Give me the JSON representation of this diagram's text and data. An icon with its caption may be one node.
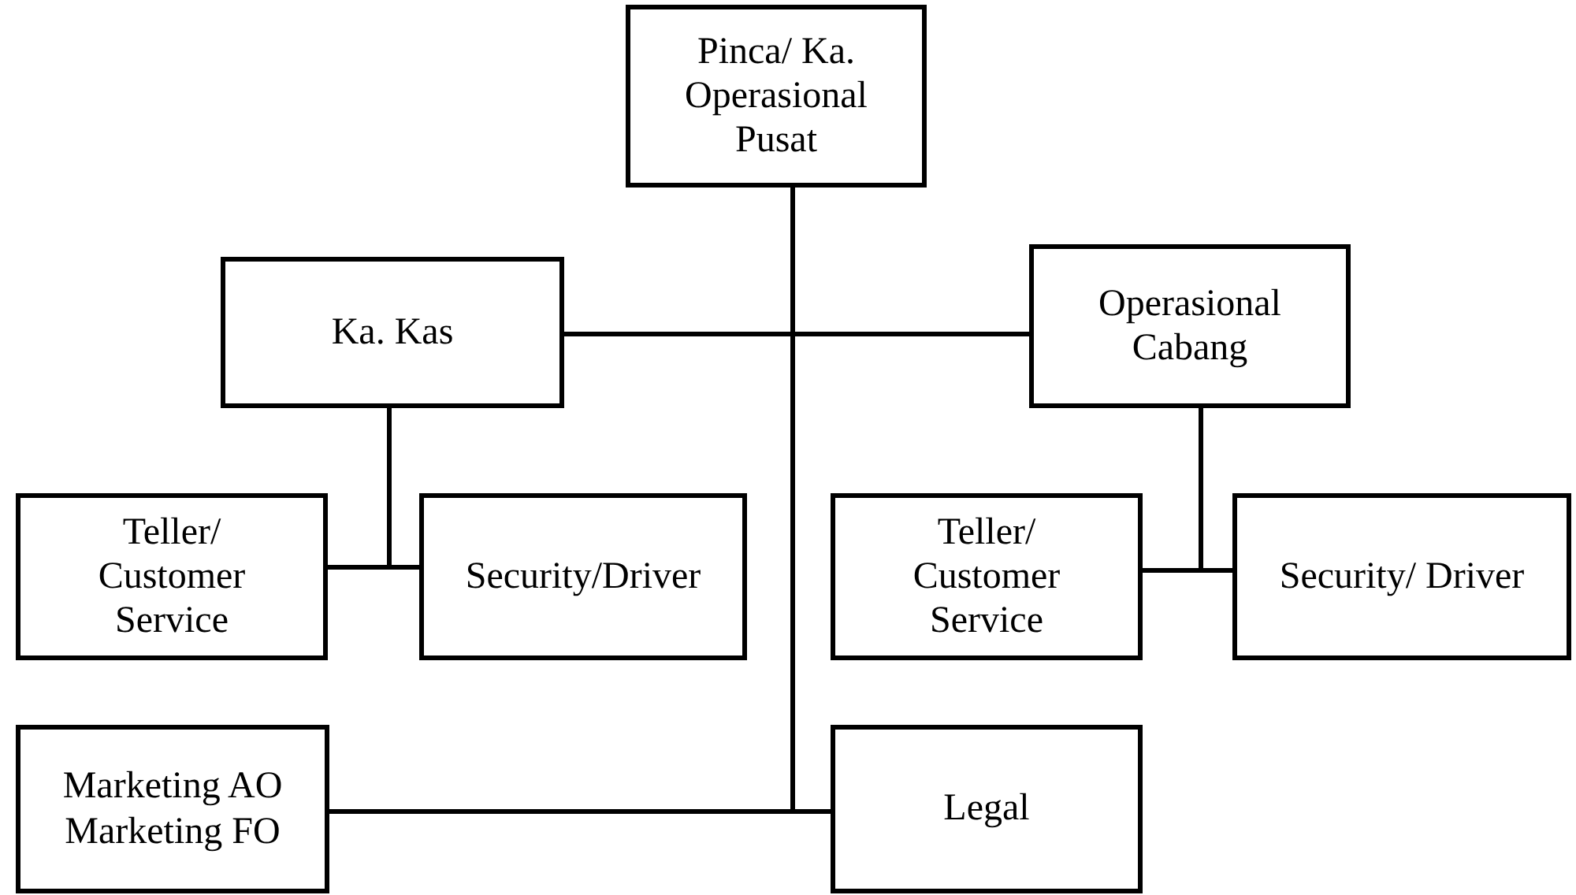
{
  "diagram": {
    "nodes": [
      {
        "text": [
          "Pinca/ Ka. Operasional Pusat"
        ]
      },
      {
        "text": [
          "Ka. Kas"
        ]
      },
      {
        "text": [
          "Operasional Cabang"
        ]
      },
      {
        "text": [
          "Teller/ Customer Service"
        ]
      },
      {
        "text": [
          "Security/Driver"
        ]
      },
      {
        "text": [
          "Teller/ Customer Service"
        ]
      },
      {
        "text": [
          "Security/ Driver"
        ]
      },
      {
        "text": [
          "Marketing AO",
          "Marketing FO"
        ]
      },
      {
        "text": [
          "Legal"
        ]
      }
    ],
    "edges": [
      {
        "from": 0,
        "to": 1,
        "arrow": "none"
      },
      {
        "from": 0,
        "to": 2,
        "arrow": "none"
      },
      {
        "from": 1,
        "to": 3,
        "arrow": "none"
      },
      {
        "from": 1,
        "to": 4,
        "arrow": "none"
      },
      {
        "from": 2,
        "to": 5,
        "arrow": "none"
      },
      {
        "from": 2,
        "to": 6,
        "arrow": "none"
      },
      {
        "from": 0,
        "to": 7,
        "arrow": "none"
      },
      {
        "from": 0,
        "to": 8,
        "arrow": "none"
      }
    ]
  }
}
